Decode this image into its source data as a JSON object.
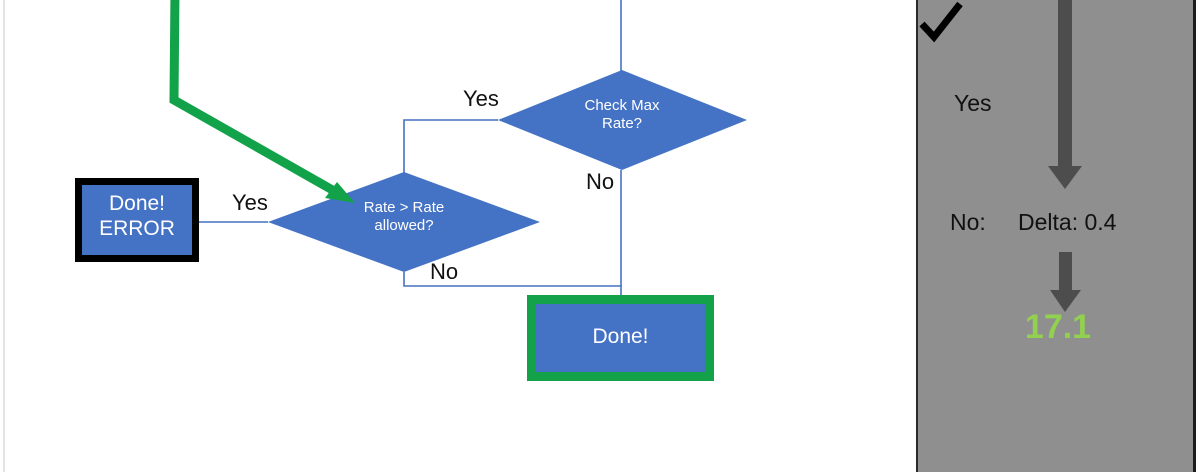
{
  "slide": {
    "background": "#ffffff",
    "nodes": [
      {
        "id": "done-error",
        "type": "process",
        "label": "Done!\nERROR",
        "fill": "#4472c4",
        "border": "#000000"
      },
      {
        "id": "rate-check",
        "type": "decision",
        "label": "Rate > Rate\nallowed?",
        "fill": "#4472c4"
      },
      {
        "id": "check-max-rate",
        "type": "decision",
        "label": "Check Max\nRate?",
        "fill": "#4472c4"
      },
      {
        "id": "done",
        "type": "process",
        "label": "Done!",
        "fill": "#4472c4",
        "border": "#13a24a"
      }
    ],
    "edge_labels": {
      "yes_to_error": "Yes",
      "no_from_rate": "No",
      "yes_to_rate": "Yes",
      "no_from_max": "No"
    },
    "highlight_color": "#13a24a",
    "connector_color": "#4472c4"
  },
  "panel": {
    "background": "#8f8f8f",
    "yes_label": "Yes",
    "no_label": "No:",
    "delta_label": "Delta: 0.4",
    "check_mark": "✓",
    "result_value": "17.1",
    "result_color": "#92d050",
    "arrow_color": "#4d4d4d"
  }
}
